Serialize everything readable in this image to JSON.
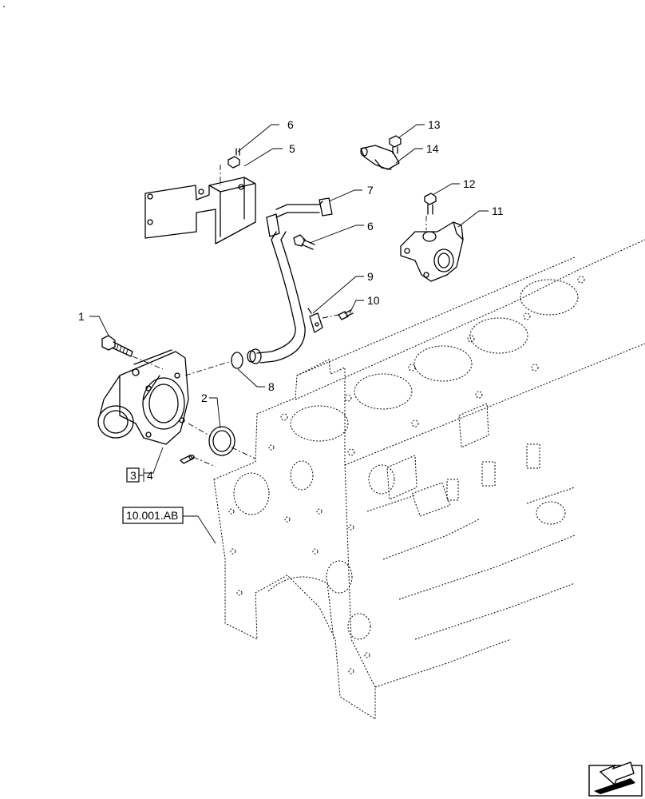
{
  "callouts": {
    "c1": "1",
    "c2": "2",
    "c3": "3",
    "c4": "4",
    "c5": "5",
    "c6a": "6",
    "c6b": "6",
    "c7": "7",
    "c8": "8",
    "c9": "9",
    "c10": "10",
    "c11": "11",
    "c12": "12",
    "c13": "13",
    "c14": "14"
  },
  "reference": "10.001.AB",
  "corner_mark": ".",
  "nav_icon": "navigation-arrow-icon"
}
